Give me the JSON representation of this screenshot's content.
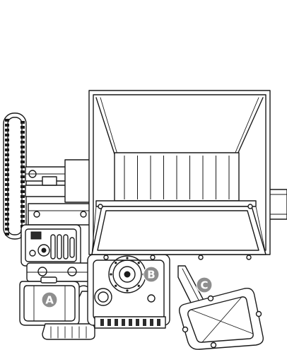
{
  "markers": {
    "a": "A",
    "b": "B",
    "c": "C"
  },
  "colors": {
    "ink": "#1a1a1a",
    "marker_fill": "#8e8e8e",
    "marker_text": "#ffffff",
    "background": "#ffffff"
  }
}
